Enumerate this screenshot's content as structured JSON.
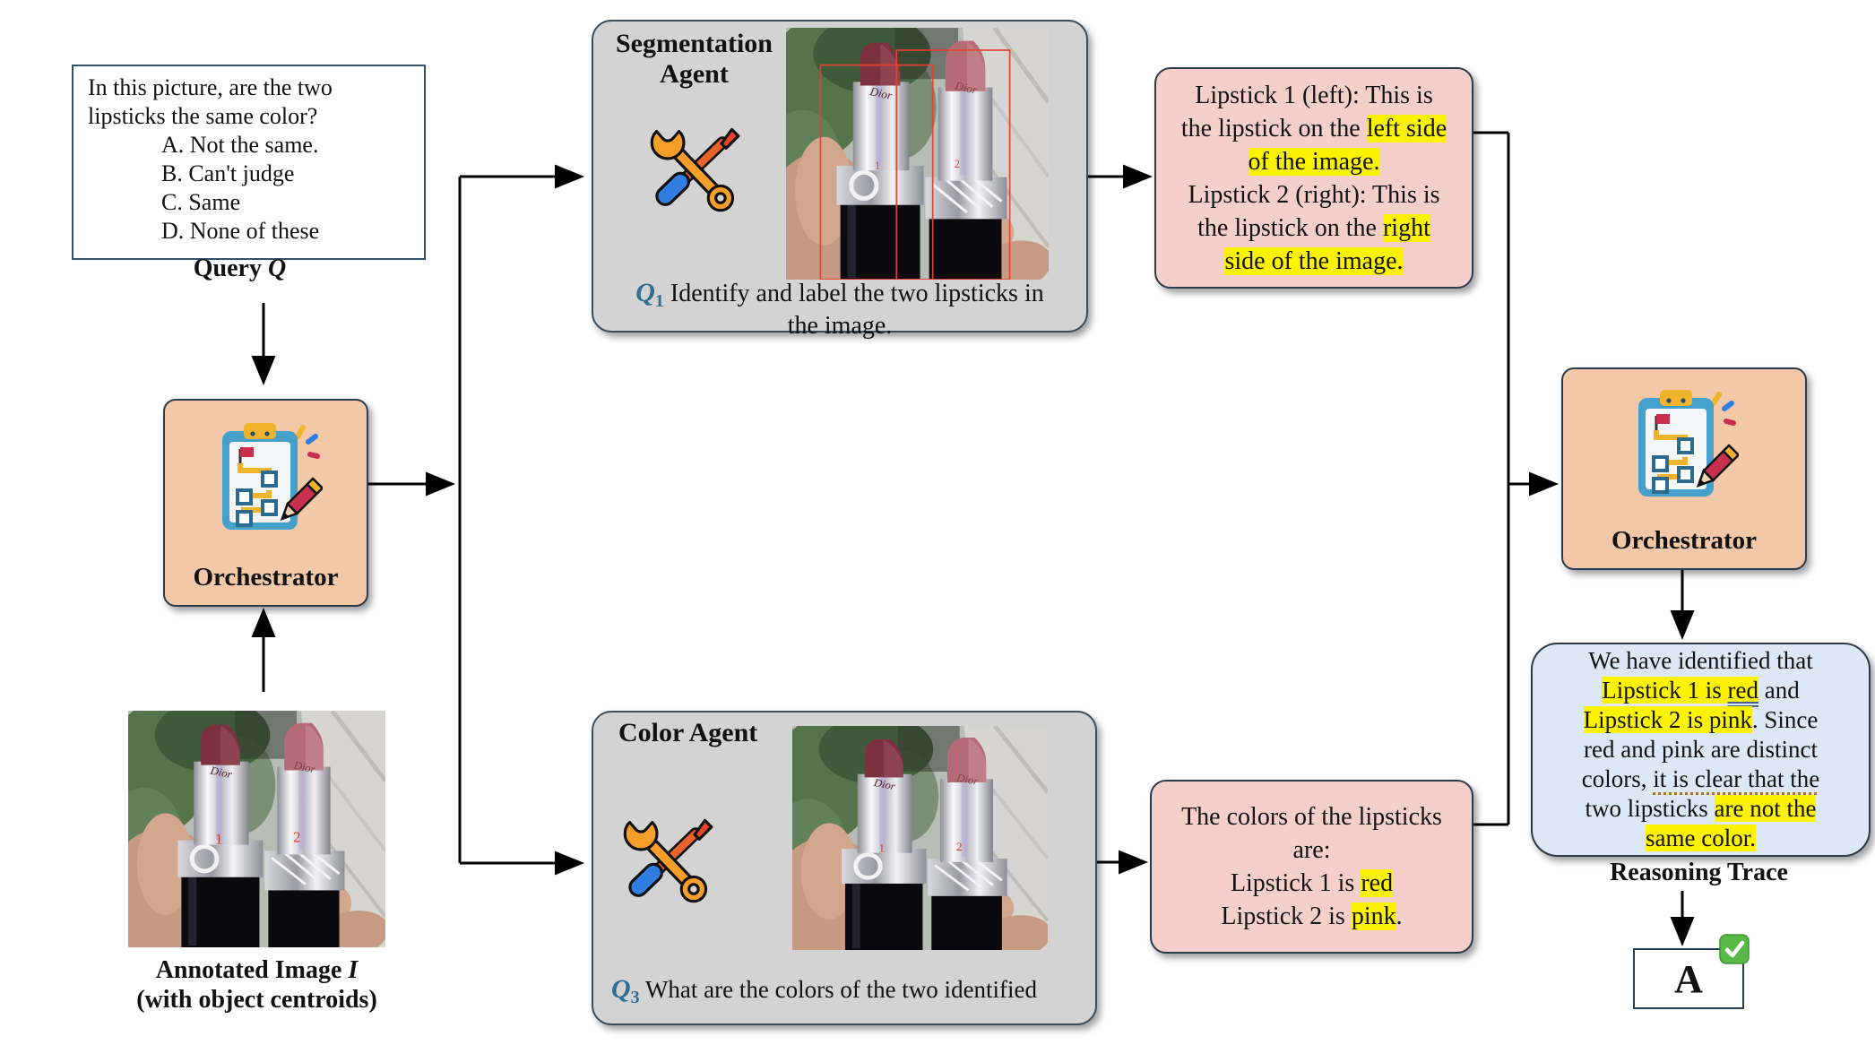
{
  "colors": {
    "peach": "#f2c8a8",
    "agent_gray": "#d3d3d3",
    "output_pink": "#f5cfc9",
    "reasoning_blue": "#dce8f5",
    "highlight_yellow": "#fcf303",
    "q_blue": "#2e6d96",
    "border_dark": "#2a3b4c",
    "centroid_red": "#e03a2a",
    "check_green": "#58b947"
  },
  "query": {
    "line1": "In this picture, are the two",
    "line2": "lipsticks the same color?",
    "options": [
      "A. Not the same.",
      "B. Can't judge",
      "C. Same",
      "D. None of these"
    ],
    "label_prefix": "Query ",
    "label_symbol": "Q"
  },
  "orchestrator_left": {
    "label": "Orchestrator"
  },
  "orchestrator_right": {
    "label": "Orchestrator"
  },
  "annotated_image": {
    "label_prefix": "Annotated Image ",
    "label_symbol": "I",
    "label_line2": "(with object centroids)",
    "centroid_labels": [
      "1",
      "2"
    ]
  },
  "photo": {
    "brand": "Dior"
  },
  "segmentation_agent": {
    "title_line1": "Segmentation",
    "title_line2": "Agent",
    "q_symbol": "Q",
    "q_sub": "1",
    "q_lines": [
      "Identify and label the two lipsticks in",
      "the image."
    ]
  },
  "color_agent": {
    "title": "Color Agent",
    "q_symbol": "Q",
    "q_sub": "3",
    "q_lines": [
      "What are the colors of the two identified"
    ]
  },
  "seg_output": {
    "lines": [
      [
        {
          "t": "Lipstick 1 (left): This is"
        }
      ],
      [
        {
          "t": "the lipstick on the "
        },
        {
          "t": "left side",
          "s": "hl"
        }
      ],
      [
        {
          "t": "of the image.",
          "s": "hl"
        }
      ],
      [
        {
          "t": "Lipstick 2 (right): This is"
        }
      ],
      [
        {
          "t": "the lipstick on the "
        },
        {
          "t": "right",
          "s": "hl"
        }
      ],
      [
        {
          "t": "side of the image.",
          "s": "hl"
        }
      ]
    ]
  },
  "color_output": {
    "lines": [
      [
        {
          "t": "The colors of the lipsticks"
        }
      ],
      [
        {
          "t": "are:"
        }
      ],
      [
        {
          "t": "Lipstick 1 is "
        },
        {
          "t": "red",
          "s": "hl"
        }
      ],
      [
        {
          "t": "Lipstick 2 is "
        },
        {
          "t": "pink",
          "s": "hl"
        },
        {
          "t": "."
        }
      ]
    ]
  },
  "reasoning": {
    "label": "Reasoning Trace",
    "lines": [
      [
        {
          "t": "We have identified that"
        }
      ],
      [
        {
          "t": "Lipstick 1 is ",
          "s": "hl"
        },
        {
          "t": "red",
          "s": "hl du"
        },
        {
          "t": " and"
        }
      ],
      [
        {
          "t": "Lipstick 2 is pink",
          "s": "hl"
        },
        {
          "t": ". Since"
        }
      ],
      [
        {
          "t": "red and pink are distinct"
        }
      ],
      [
        {
          "t": "colors, "
        },
        {
          "t": "it is clear that the",
          "s": "dot"
        }
      ],
      [
        {
          "t": "two lipsticks "
        },
        {
          "t": "are not the",
          "s": "hl"
        }
      ],
      [
        {
          "t": "same color.",
          "s": "hl"
        }
      ]
    ]
  },
  "answer": {
    "value": "A",
    "check_icon_name": "check-mark-emoji"
  }
}
